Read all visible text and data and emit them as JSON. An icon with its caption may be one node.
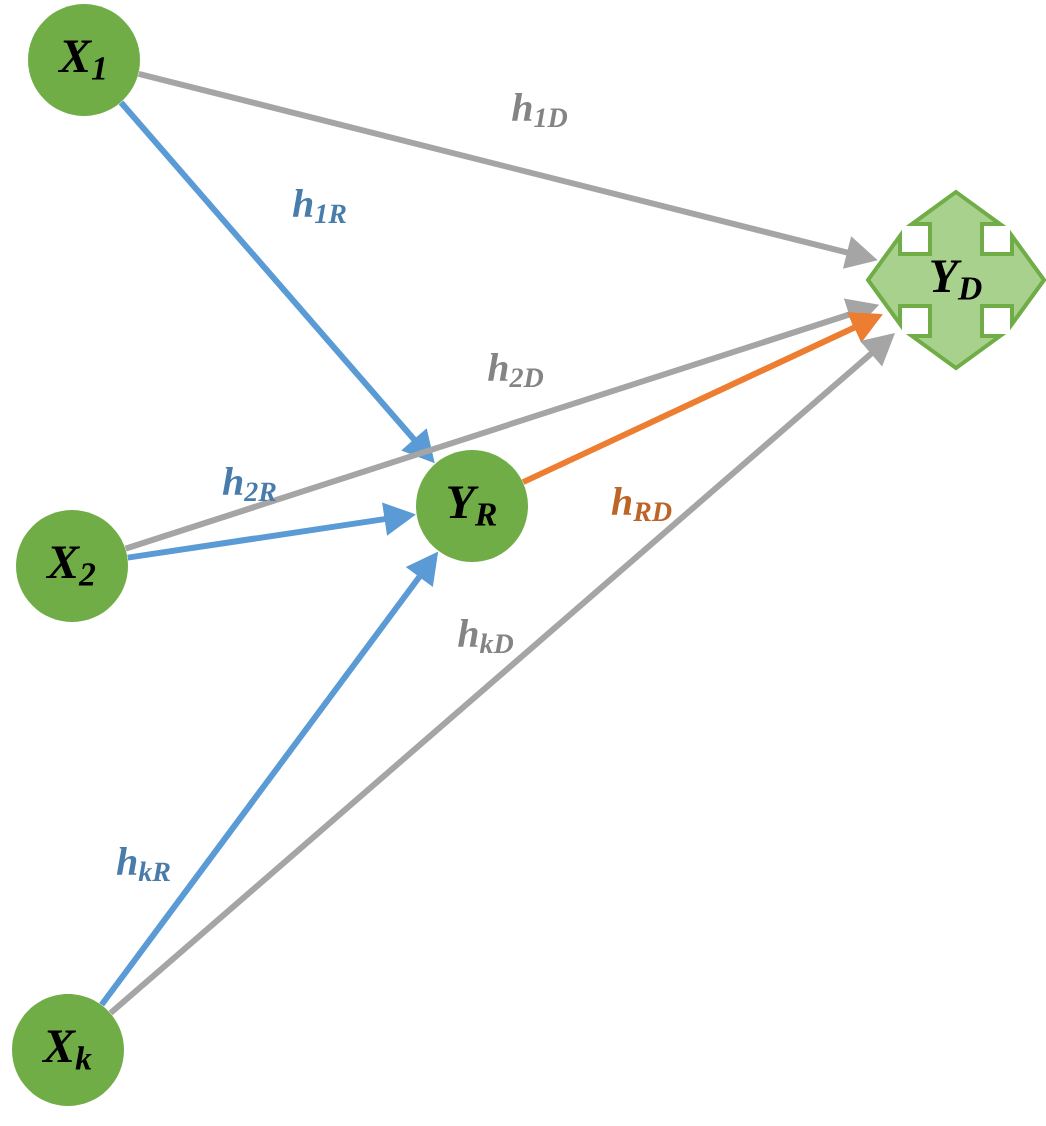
{
  "diagram": {
    "nodes": [
      {
        "text": [
          "X$_{1}$"
        ]
      },
      {
        "text": [
          "X$_{2}$"
        ]
      },
      {
        "text": [
          "Y$_{R}$"
        ]
      },
      {
        "text": [
          "X$_{k}$"
        ]
      },
      {
        "text": [
          "Y$_{D}$"
        ]
      }
    ],
    "edges": [
      {
        "from": 0,
        "to": 4,
        "arrow": "to",
        "label": "h$_{1D}$",
        "color": "#a5a5a5"
      },
      {
        "from": 0,
        "to": 2,
        "arrow": "to",
        "label": "h$_{1R}$",
        "color": "#5b9bd5"
      },
      {
        "from": 1,
        "to": 4,
        "arrow": "to",
        "label": "h$_{2D}$",
        "color": "#a5a5a5"
      },
      {
        "from": 1,
        "to": 2,
        "arrow": "to",
        "label": "h$_{2R}$",
        "color": "#5b9bd5"
      },
      {
        "from": 2,
        "to": 4,
        "arrow": "to",
        "label": "h$_{RD}$",
        "color": "#ed7d31"
      },
      {
        "from": 3,
        "to": 2,
        "arrow": "to",
        "label": "h$_{kR}$",
        "color": "#5b9bd5"
      },
      {
        "from": 3,
        "to": 4,
        "arrow": "to",
        "label": "h$_{kD}$",
        "color": "#a5a5a5"
      }
    ]
  }
}
